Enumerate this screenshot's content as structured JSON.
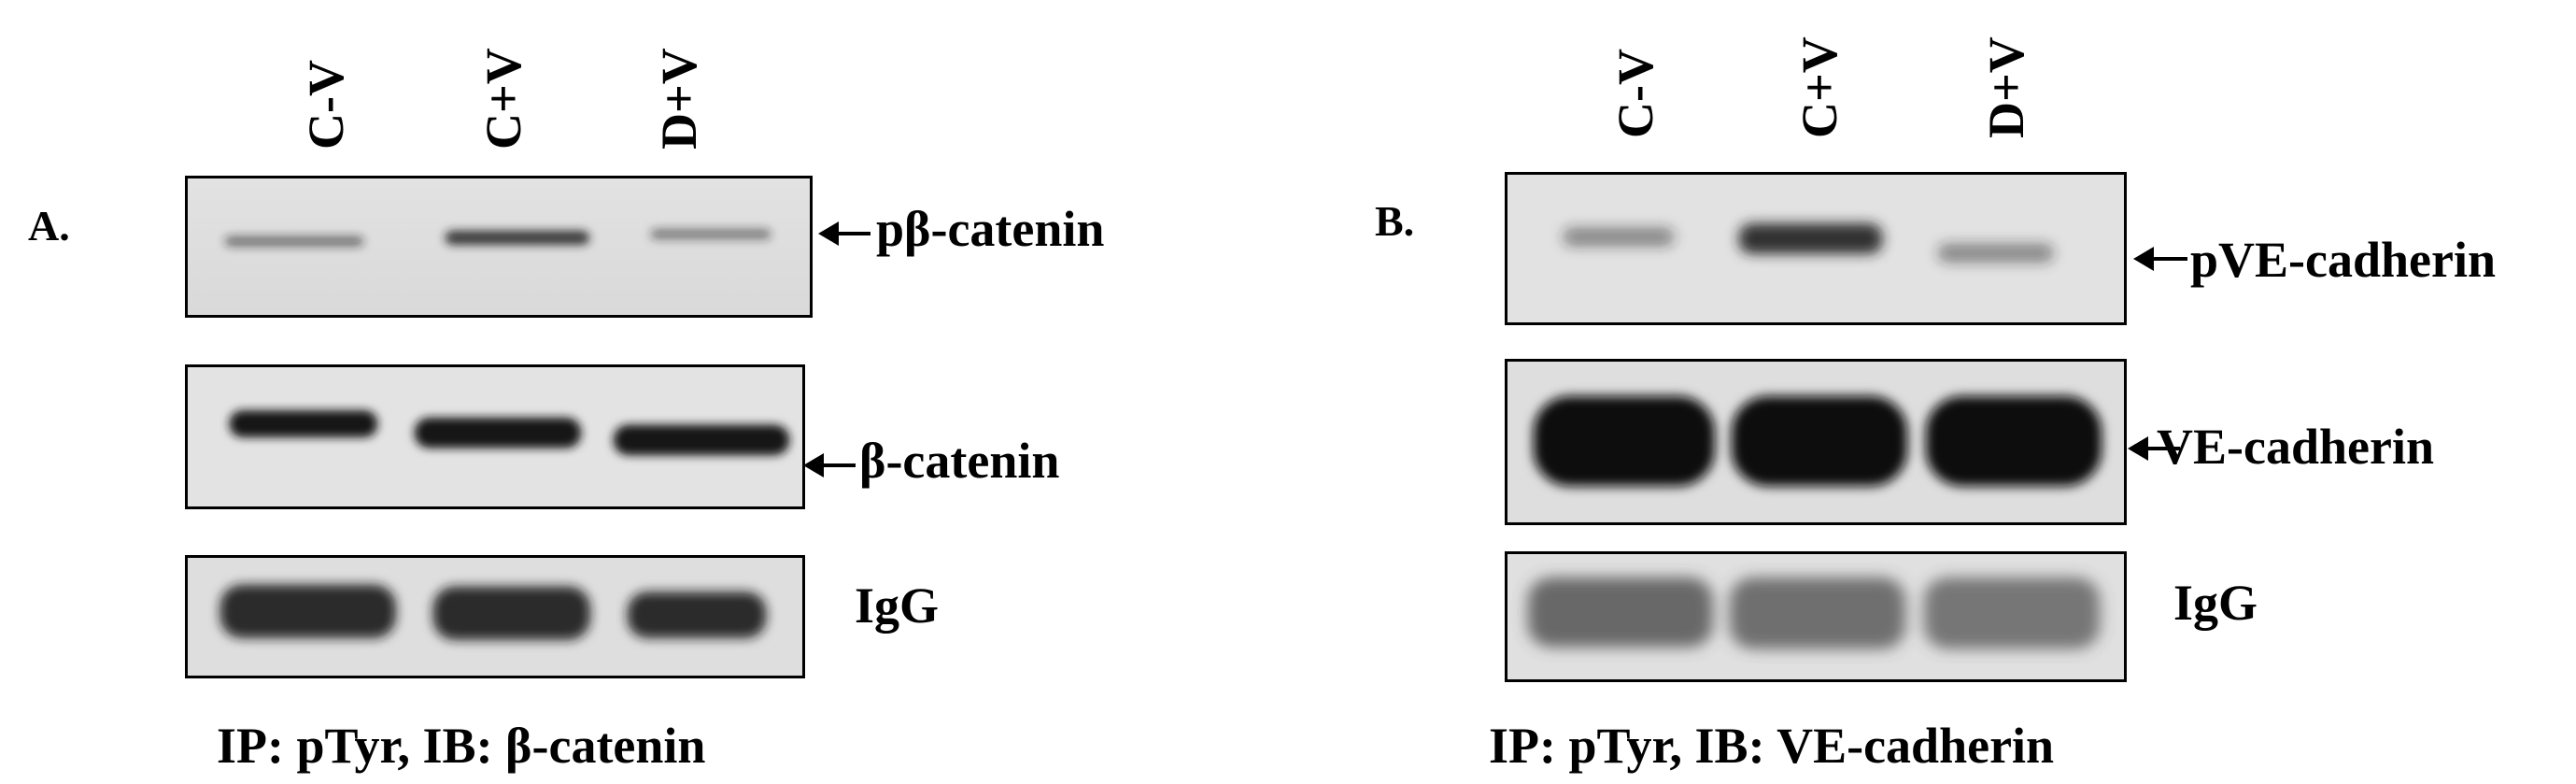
{
  "panels": [
    {
      "letter": "A.",
      "lanes": [
        "C-V",
        "C+V",
        "D+V"
      ],
      "rows": [
        {
          "label": "pβ-catenin",
          "arrow": true
        },
        {
          "label": "β-catenin",
          "arrow": true
        },
        {
          "label": "IgG",
          "arrow": false
        }
      ],
      "caption": "IP: pTyr, IB: β-catenin"
    },
    {
      "letter": "B.",
      "lanes": [
        "C-V",
        "C+V",
        "D+V"
      ],
      "rows": [
        {
          "label": "pVE-cadherin",
          "arrow": true
        },
        {
          "label": "VE-cadherin",
          "arrow": true
        },
        {
          "label": "IgG",
          "arrow": false
        }
      ],
      "caption": "IP: pTyr, IB: VE-cadherin"
    }
  ],
  "colors": {
    "band": "#151515",
    "blot_background": "#e4e4e4"
  }
}
